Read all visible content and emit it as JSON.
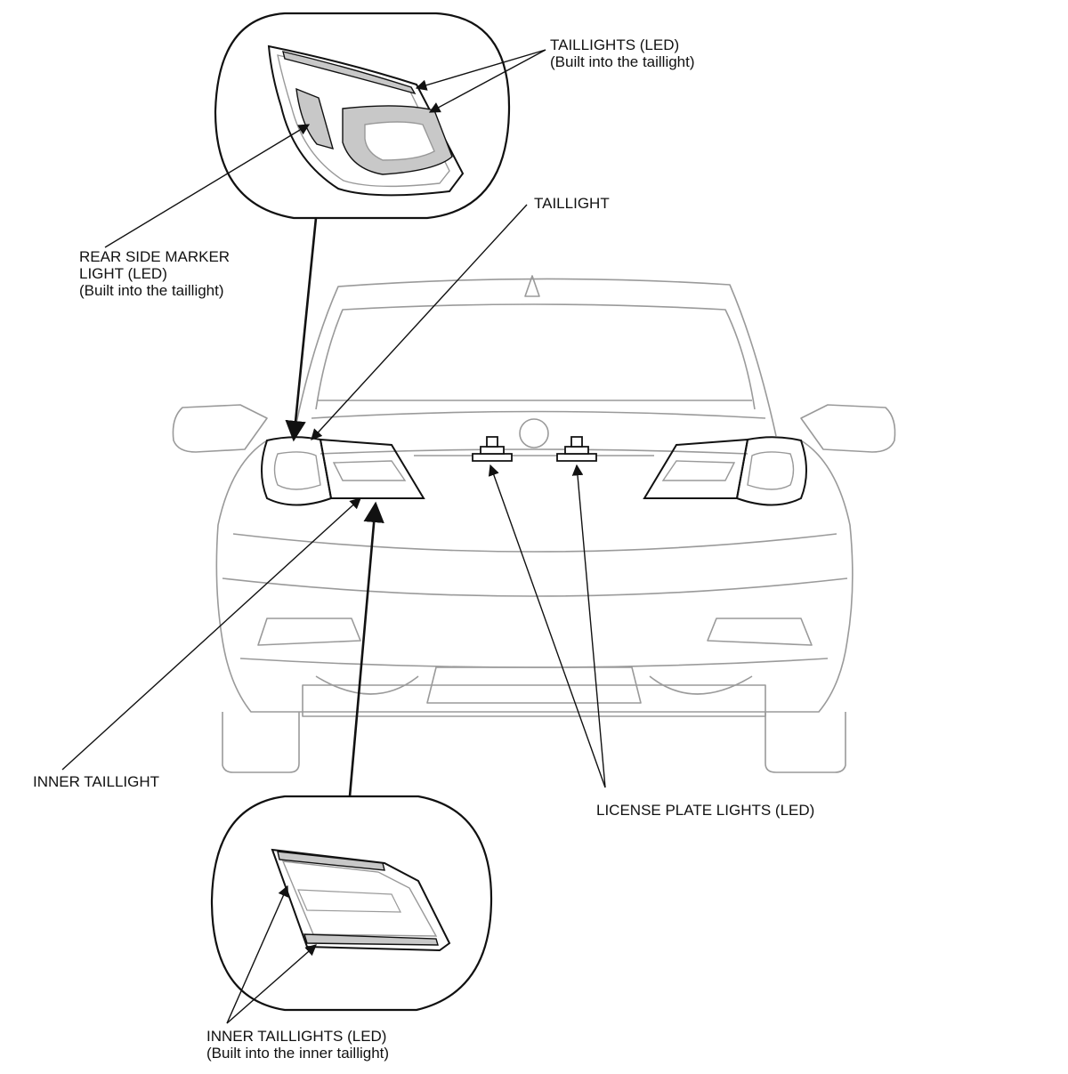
{
  "callouts": {
    "taillights_led": {
      "line1": "TAILLIGHTS (LED)",
      "line2": "(Built into the taillight)"
    },
    "taillight": {
      "line1": "TAILLIGHT"
    },
    "rear_side_marker": {
      "line1": "REAR SIDE MARKER",
      "line2": "LIGHT (LED)",
      "line3": "(Built into the taillight)"
    },
    "inner_taillight": {
      "line1": "INNER TAILLIGHT"
    },
    "license_plate_lights": {
      "line1": "LICENSE PLATE LIGHTS (LED)"
    },
    "inner_taillights_led": {
      "line1": "INNER TAILLIGHTS (LED)",
      "line2": "(Built into the inner taillight)"
    }
  },
  "colors": {
    "line": "#111111",
    "body": "#9a9a9a",
    "led_fill": "#c8c8c8"
  }
}
